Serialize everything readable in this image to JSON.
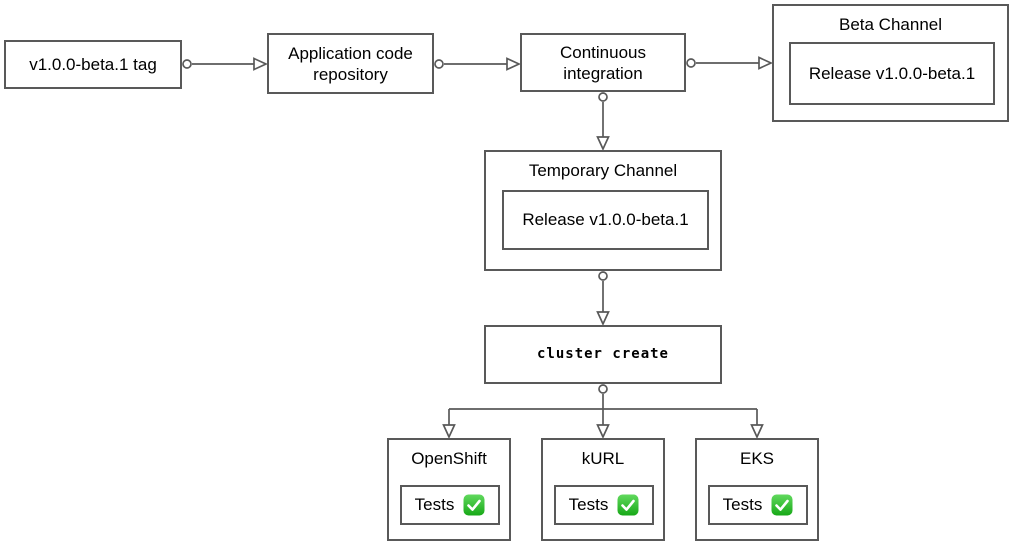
{
  "diagram": {
    "colors": {
      "stroke": "#595959",
      "text": "#000000",
      "background": "#ffffff",
      "check_green_top": "#61d95e",
      "check_green_bottom": "#17a817"
    },
    "nodes": {
      "tag": {
        "label": "v1.0.0-beta.1 tag"
      },
      "repo": {
        "label": "Application code repository"
      },
      "ci": {
        "label": "Continuous integration"
      },
      "beta_channel": {
        "title": "Beta Channel",
        "release_label": "Release v1.0.0-beta.1"
      },
      "temp_channel": {
        "title": "Temporary Channel",
        "release_label": "Release v1.0.0-beta.1"
      },
      "cluster_create": {
        "label": "cluster create"
      },
      "clusters": [
        {
          "title": "OpenShift",
          "tests_label": "Tests",
          "tests_status": "passed"
        },
        {
          "title": "kURL",
          "tests_label": "Tests",
          "tests_status": "passed"
        },
        {
          "title": "EKS",
          "tests_label": "Tests",
          "tests_status": "passed"
        }
      ]
    }
  }
}
